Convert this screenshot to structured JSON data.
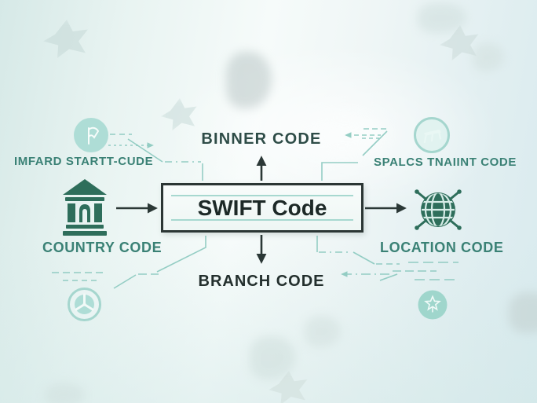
{
  "diagram": {
    "center_box": {
      "label": "SWIFT Code"
    },
    "top": {
      "label": "BINNER CODE"
    },
    "bottom": {
      "label": "BRANCH CODE"
    },
    "left_upper": {
      "label": "IMFARD STARTT-CUDE",
      "icon": "flag-circle"
    },
    "left": {
      "label": "COUNTRY CODE",
      "icon": "bank-building"
    },
    "right_upper": {
      "label": "SPALCS TNAIINT CODE",
      "icon": "monument-circle"
    },
    "right": {
      "label": "LOCATION CODE",
      "icon": "globe-network"
    },
    "corner_icons": {
      "bottom_left": "fan-circle",
      "bottom_right": "star-circle"
    }
  },
  "colors": {
    "teal_text": "#3a8175",
    "dark_label": "#232f2d",
    "top_label": "#2e4c47",
    "swift_text": "#1d2927",
    "icon_green": "#2e6e5b",
    "icon_teal_light": "#aeddd6",
    "icon_teal_mid": "#9fd6cc",
    "ring_teal": "#a5d6ce",
    "circuit": "#84c6bb",
    "box_border": "#2b3634",
    "box_bg": "#f6fbfa",
    "box_rule": "#a7d8d0",
    "arrow_dark": "#2b3836"
  }
}
